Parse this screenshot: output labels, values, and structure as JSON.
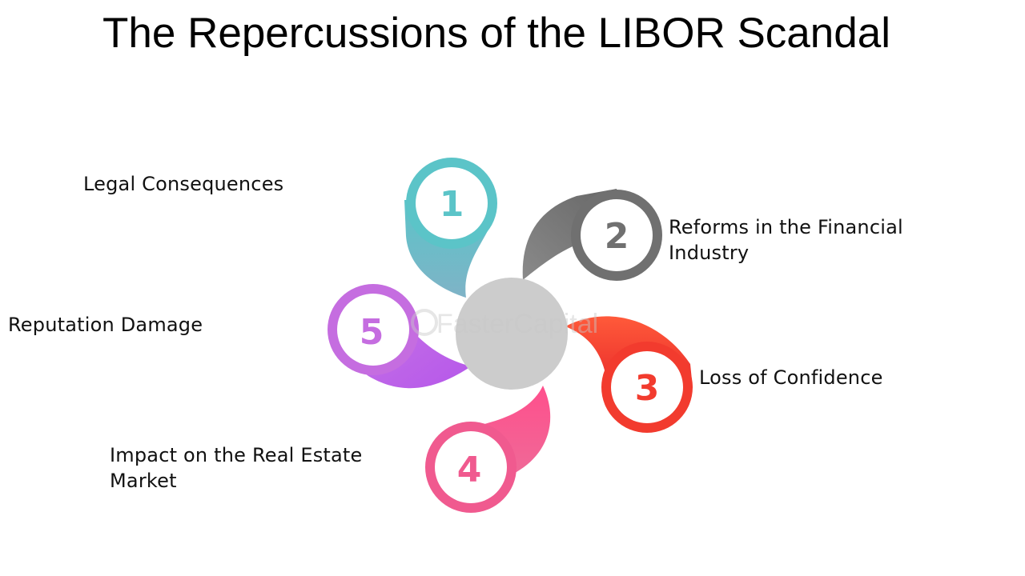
{
  "title": "The Repercussions of the LIBOR Scandal",
  "watermark": "FasterCapital",
  "center_color": "#cccccc",
  "items": [
    {
      "number": "1",
      "label_lines": [
        "Legal Consequences"
      ],
      "color": "#5bc4c8",
      "gradient_end": "#7fb3c7"
    },
    {
      "number": "2",
      "label_lines": [
        "Reforms in the Financial",
        "Industry"
      ],
      "color": "#707070",
      "gradient_end": "#8a8a8a"
    },
    {
      "number": "3",
      "label_lines": [
        "Loss of Confidence"
      ],
      "color": "#f23b2e",
      "gradient_end": "#ff5a3a"
    },
    {
      "number": "4",
      "label_lines": [
        "Impact on the Real Estate",
        "Market"
      ],
      "color": "#f05a8f",
      "gradient_end": "#ff4f8c"
    },
    {
      "number": "5",
      "label_lines": [
        "Reputation Damage"
      ],
      "color": "#c56de0",
      "gradient_end": "#b657ea"
    }
  ]
}
